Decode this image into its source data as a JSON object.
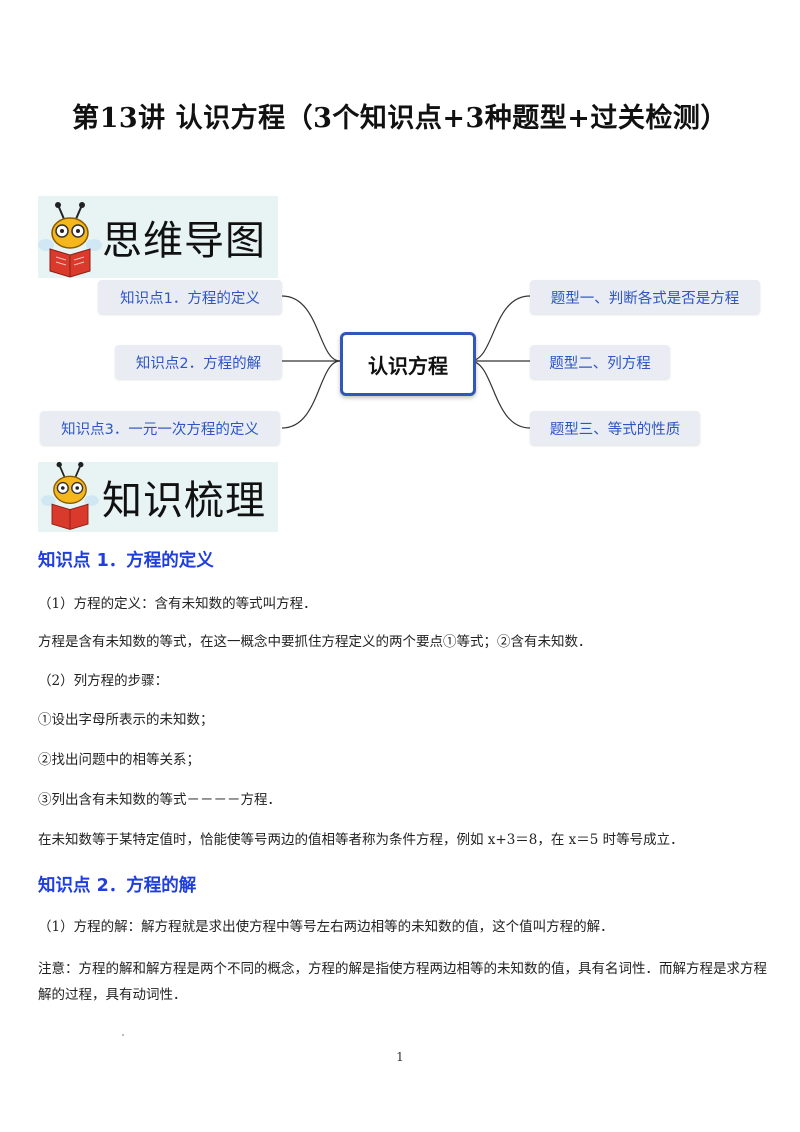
{
  "doc": {
    "title": "第13讲  认识方程（3个知识点+3种题型+过关检测）",
    "page_number": "1"
  },
  "banners": {
    "mindmap_label": "思维导图",
    "knowledge_label": "知识梳理"
  },
  "mindmap": {
    "center": "认识方程",
    "left_nodes": [
      "知识点1．方程的定义",
      "知识点2．方程的解",
      "知识点3．一元一次方程的定义"
    ],
    "right_nodes": [
      "题型一、判断各式是否是方程",
      "题型二、列方程",
      "题型三、等式的性质"
    ]
  },
  "section1": {
    "heading": "知识点 1．方程的定义",
    "lines": [
      "（1）方程的定义：含有未知数的等式叫方程．",
      "方程是含有未知数的等式，在这一概念中要抓住方程定义的两个要点①等式；②含有未知数．",
      "（2）列方程的步骤：",
      "①设出字母所表示的未知数；",
      "②找出问题中的相等关系；",
      "③列出含有未知数的等式－－－－方程．",
      "在未知数等于某特定值时，恰能使等号两边的值相等者称为条件方程，例如 x+3＝8，在 x＝5 时等号成立．"
    ]
  },
  "section2": {
    "heading": "知识点 2．方程的解",
    "lines": [
      "（1）方程的解：解方程就是求出使方程中等号左右两边相等的未知数的值，这个值叫方程的解．",
      "注意：方程的解和解方程是两个不同的概念，方程的解是指使方程两边相等的未知数的值，具有名词性．而解方程是求方程解的过程，具有动词性．"
    ]
  },
  "colors": {
    "heading_blue": "#1f3ee0",
    "node_text": "#2d55c6",
    "node_bg": "#e9edf3",
    "center_border": "#2f58b7",
    "banner_bg": "#e8f4f3"
  }
}
